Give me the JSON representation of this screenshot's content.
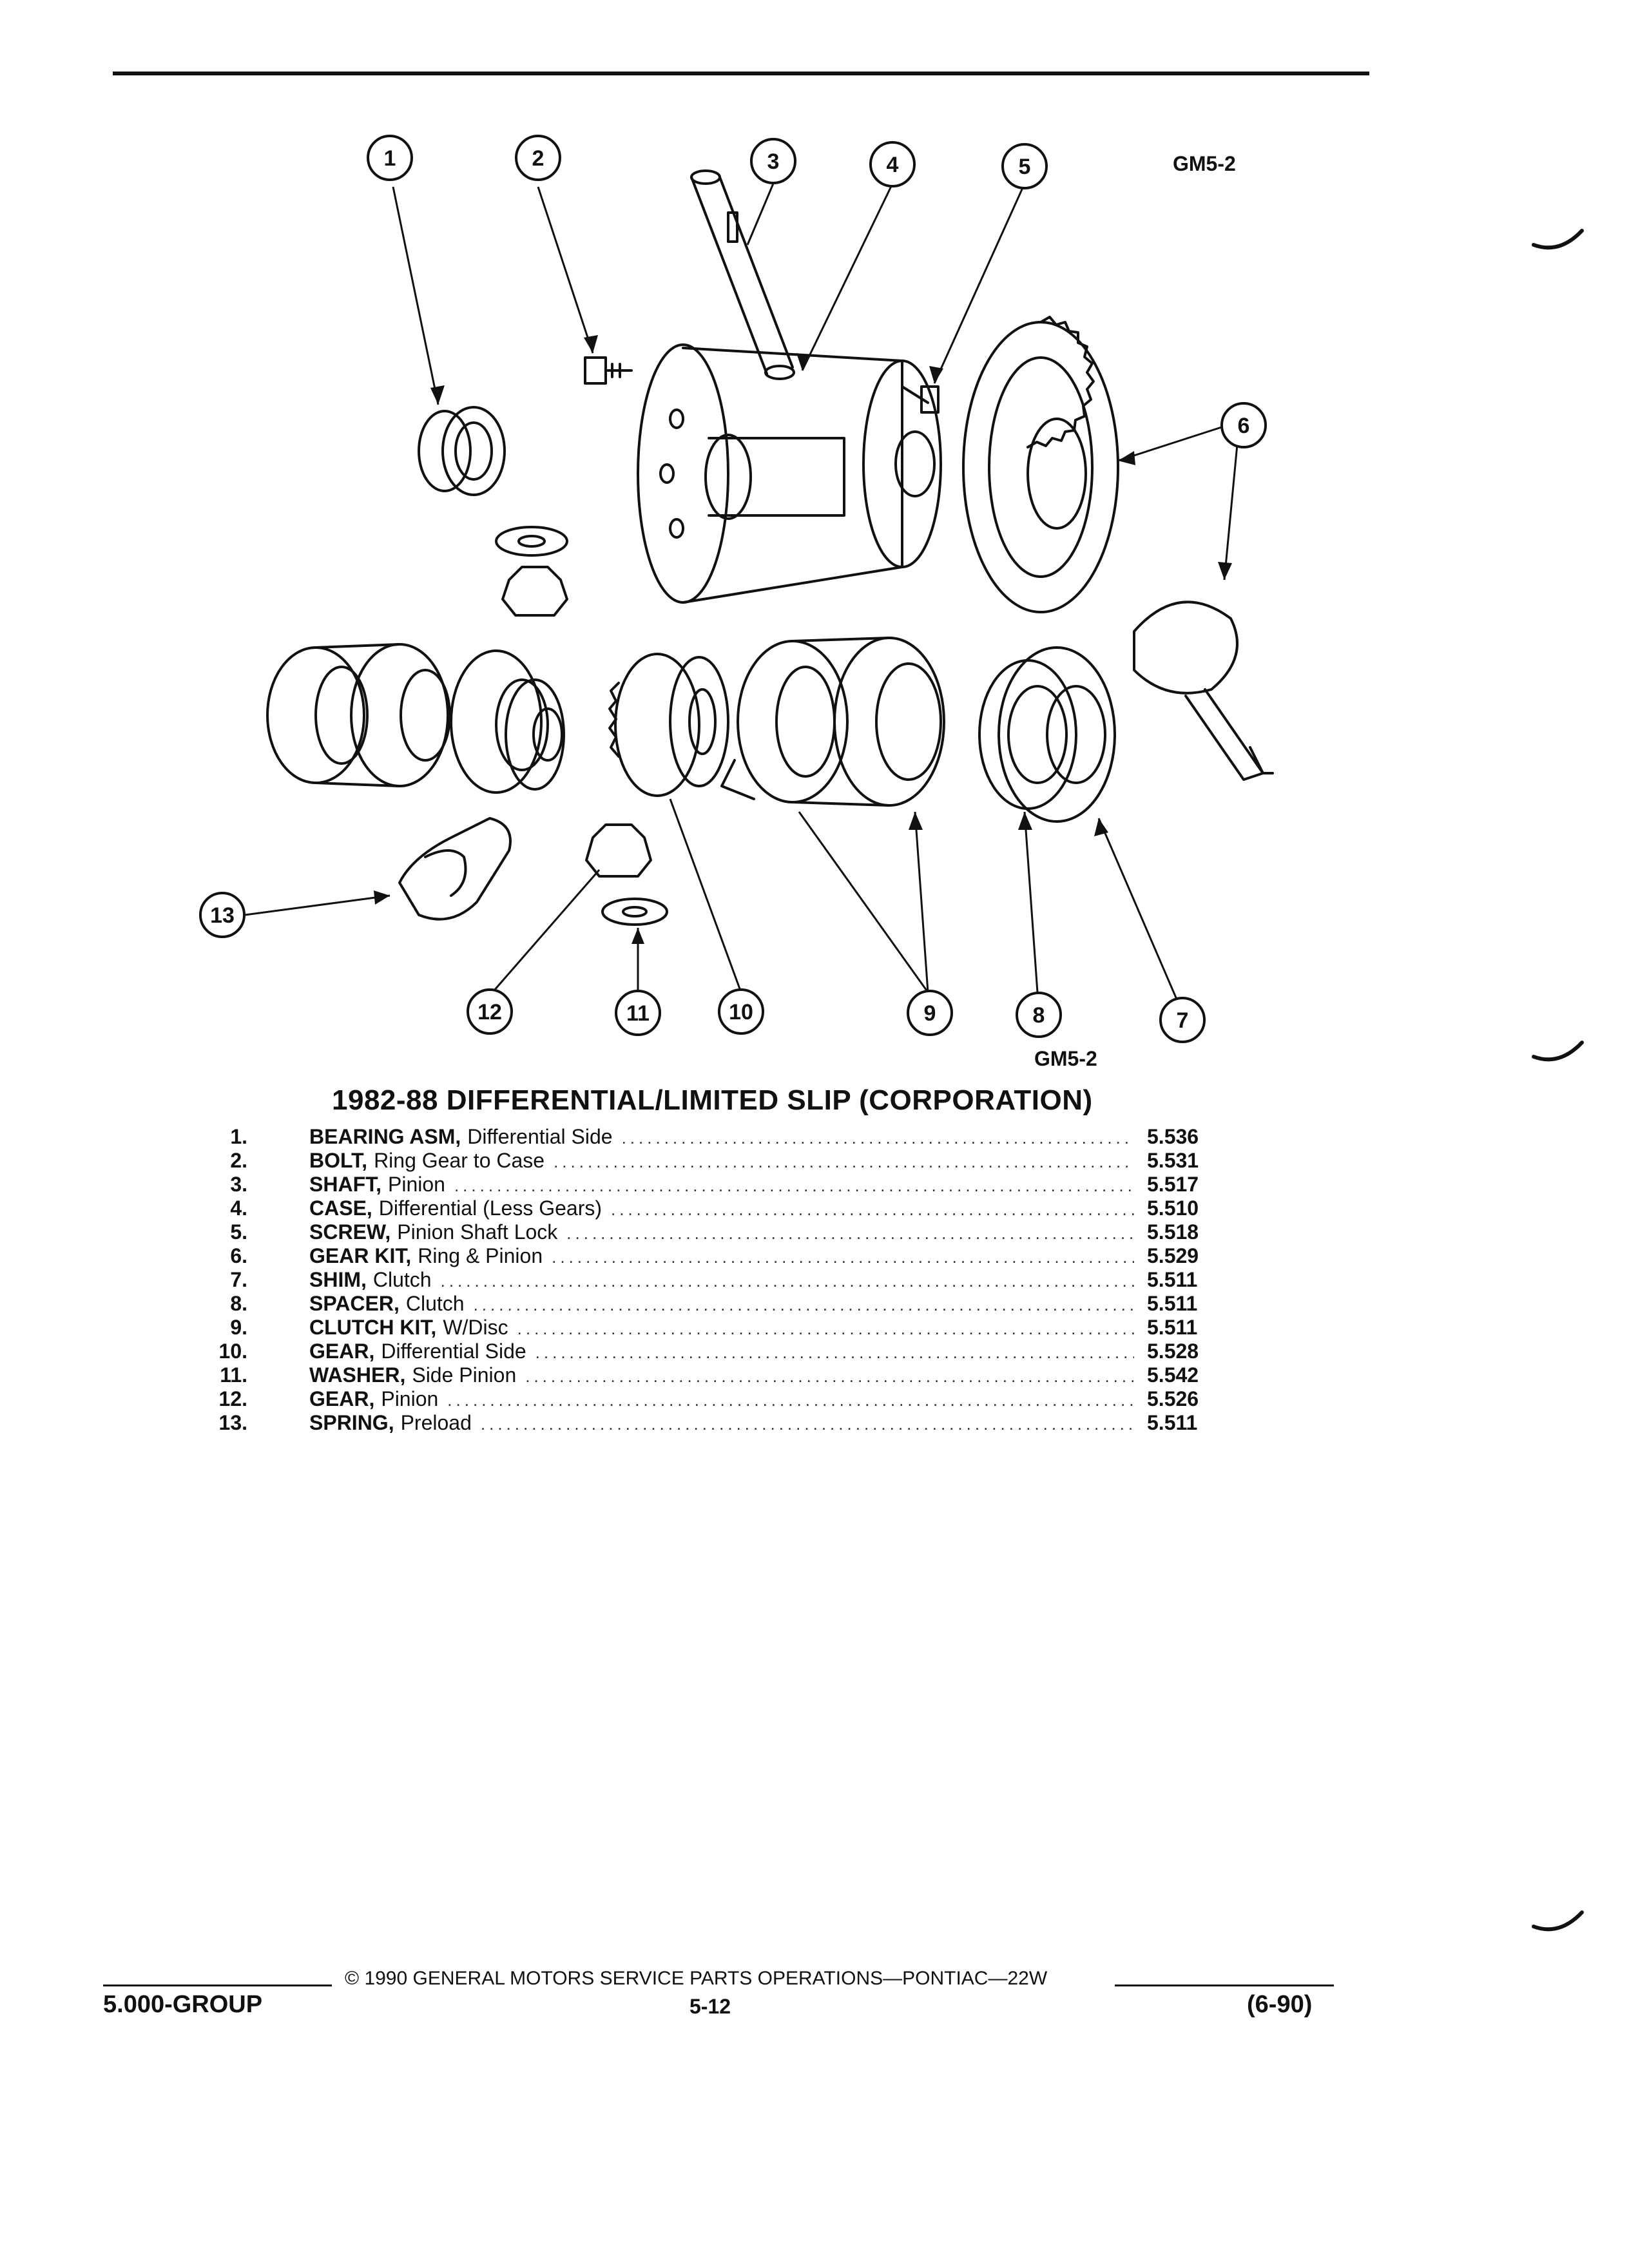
{
  "figure": {
    "code_top": "GM5-2",
    "code_bottom": "GM5-2",
    "callouts": [
      "1",
      "2",
      "3",
      "4",
      "5",
      "6",
      "7",
      "8",
      "9",
      "10",
      "11",
      "12",
      "13"
    ]
  },
  "title": "1982-88 DIFFERENTIAL/LIMITED SLIP (CORPORATION)",
  "parts": [
    {
      "num": "1.",
      "name": "BEARING ASM,",
      "desc": "Differential Side",
      "code": "5.536"
    },
    {
      "num": "2.",
      "name": "BOLT,",
      "desc": "Ring Gear to Case",
      "code": "5.531"
    },
    {
      "num": "3.",
      "name": "SHAFT,",
      "desc": "Pinion",
      "code": "5.517"
    },
    {
      "num": "4.",
      "name": "CASE,",
      "desc": "Differential (Less Gears)",
      "code": "5.510"
    },
    {
      "num": "5.",
      "name": "SCREW,",
      "desc": "Pinion Shaft Lock",
      "code": "5.518"
    },
    {
      "num": "6.",
      "name": "GEAR KIT,",
      "desc": "Ring & Pinion",
      "code": "5.529"
    },
    {
      "num": "7.",
      "name": "SHIM,",
      "desc": "Clutch",
      "code": "5.511"
    },
    {
      "num": "8.",
      "name": "SPACER,",
      "desc": "Clutch",
      "code": "5.511"
    },
    {
      "num": "9.",
      "name": "CLUTCH KIT,",
      "desc": "W/Disc",
      "code": "5.511"
    },
    {
      "num": "10.",
      "name": "GEAR,",
      "desc": "Differential Side",
      "code": "5.528"
    },
    {
      "num": "11.",
      "name": "WASHER,",
      "desc": "Side Pinion",
      "code": "5.542"
    },
    {
      "num": "12.",
      "name": "GEAR,",
      "desc": "Pinion",
      "code": "5.526"
    },
    {
      "num": "13.",
      "name": "SPRING,",
      "desc": "Preload",
      "code": "5.511"
    }
  ],
  "footer": {
    "copyright": "© 1990 GENERAL MOTORS SERVICE PARTS OPERATIONS—PONTIAC—22W",
    "group": "5.000-GROUP",
    "page": "5-12",
    "date_code": "(6-90)"
  }
}
